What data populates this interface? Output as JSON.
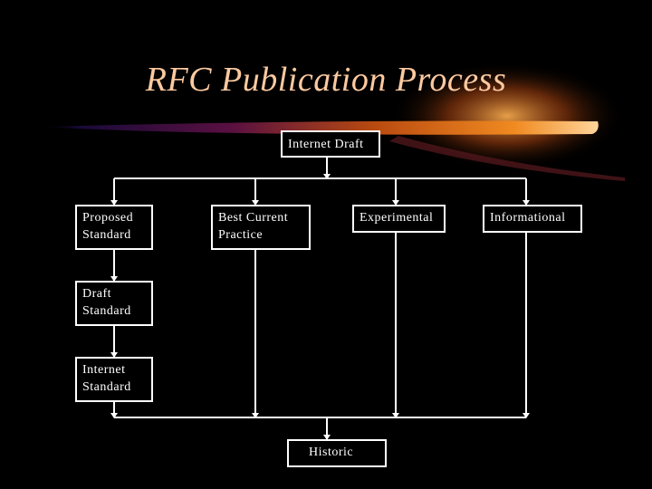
{
  "slide": {
    "title": "RFC Publication Process"
  },
  "nodes": {
    "internet_draft": "Internet Draft",
    "proposed_standard": "Proposed\nStandard",
    "best_current_practice": "Best Current\nPractice",
    "experimental": "Experimental",
    "informational": "Informational",
    "draft_standard": "Draft\nStandard",
    "internet_standard": "Internet\nStandard",
    "historic": "Historic"
  },
  "colors": {
    "background": "#000000",
    "title": "#fcc9a0",
    "swoosh_core": "#ffd49a",
    "swoosh_mid": "#e07010",
    "swoosh_edge": "#3a0a3a",
    "lines": "#ffffff"
  }
}
